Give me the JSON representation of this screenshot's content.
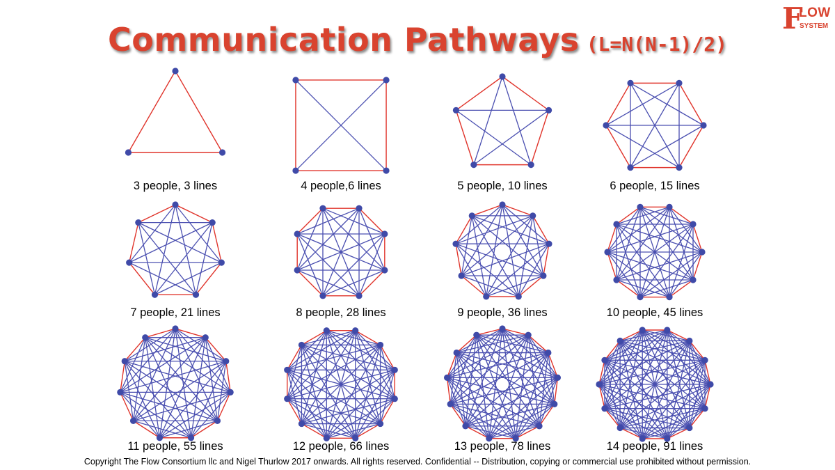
{
  "title": {
    "main": "Communication Pathways",
    "formula": "(L=N(N-1)/2)"
  },
  "logo": {
    "letter": "F",
    "rest": "LOW",
    "sub": "SYSTEM"
  },
  "colors": {
    "title": "#d9432f",
    "perimeter_edge": "#e0342b",
    "inner_edge": "#4a4fb0",
    "node": "#3f4aa8"
  },
  "graphs": [
    {
      "people": 3,
      "lines": 3,
      "caption": "3 people, 3 lines"
    },
    {
      "people": 4,
      "lines": 6,
      "caption": "4 people,6 lines"
    },
    {
      "people": 5,
      "lines": 10,
      "caption": "5 people, 10 lines"
    },
    {
      "people": 6,
      "lines": 15,
      "caption": "6 people, 15 lines"
    },
    {
      "people": 7,
      "lines": 21,
      "caption": "7 people, 21 lines"
    },
    {
      "people": 8,
      "lines": 28,
      "caption": "8 people, 28 lines"
    },
    {
      "people": 9,
      "lines": 36,
      "caption": "9 people, 36 lines"
    },
    {
      "people": 10,
      "lines": 45,
      "caption": "10 people, 45 lines"
    },
    {
      "people": 11,
      "lines": 55,
      "caption": "11 people, 55 lines"
    },
    {
      "people": 12,
      "lines": 66,
      "caption": "12 people, 66 lines"
    },
    {
      "people": 13,
      "lines": 78,
      "caption": "13 people, 78 lines"
    },
    {
      "people": 14,
      "lines": 91,
      "caption": "14 people, 91 lines"
    }
  ],
  "footer": "Copyright The Flow Consortium llc and Nigel Thurlow 2017 onwards. All rights reserved. Confidential -- Distribution, copying or commercial use prohibited without permission."
}
